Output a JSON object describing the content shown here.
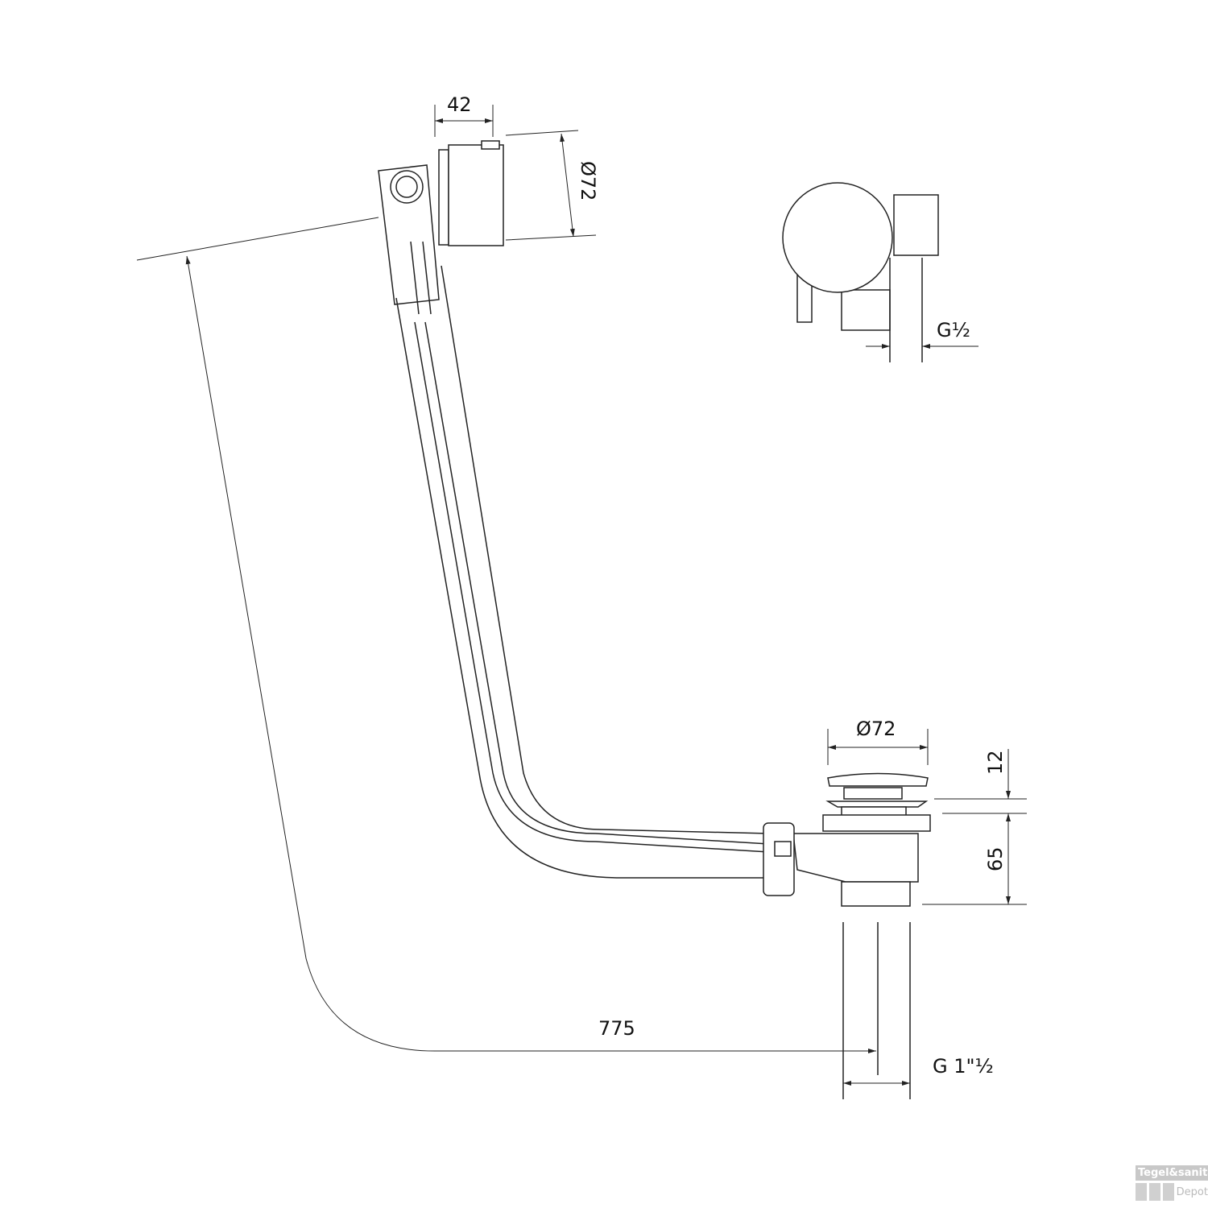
{
  "dimensions": {
    "overflow_depth": "42",
    "overflow_diameter": "Ø72",
    "inlet_thread": "G½",
    "waste_diameter": "Ø72",
    "cap_height": "12",
    "waste_height": "65",
    "length": "775",
    "outlet_thread": "G 1\"½"
  },
  "watermark": {
    "line1": "Tegel&sanitair",
    "line2": "Depot"
  }
}
